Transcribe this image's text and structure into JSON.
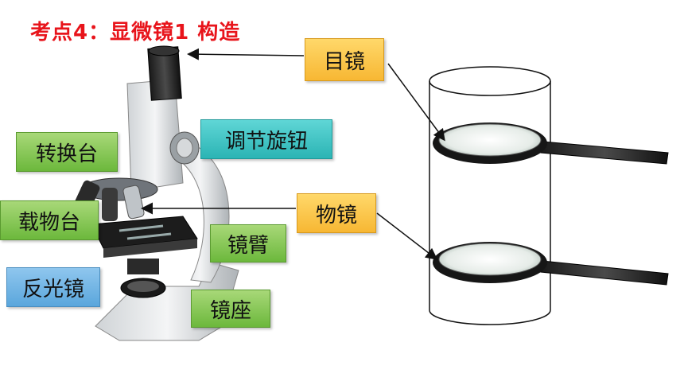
{
  "title": "考点4：显微镜1 构造",
  "labels": {
    "eyepiece": "目镜",
    "adjust_knob": "调节旋钮",
    "nosepiece": "转换台",
    "objective": "物镜",
    "stage": "载物台",
    "arm": "镜臂",
    "mirror": "反光镜",
    "base": "镜座"
  },
  "colors": {
    "title": "#e8141b",
    "green_label": "#7cc04a",
    "teal_label": "#36bdbd",
    "blue_label": "#66aee0",
    "yellow_label": "#f9c040"
  }
}
